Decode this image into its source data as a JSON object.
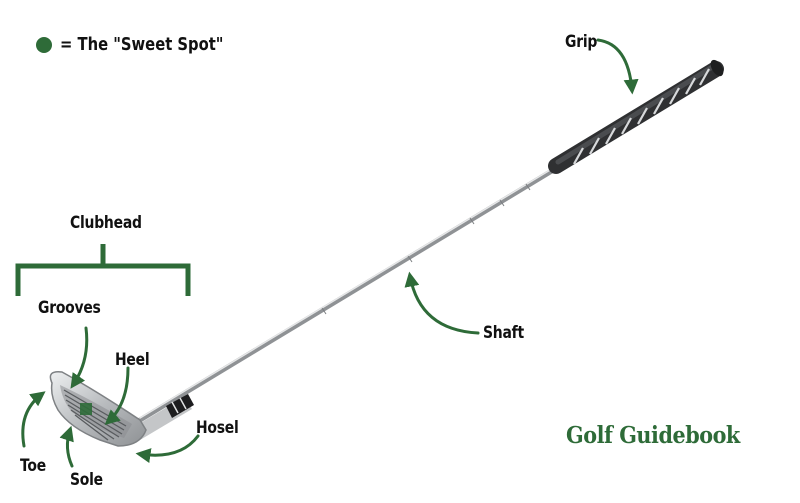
{
  "legend": {
    "label": "= The \"Sweet Spot\"",
    "dot_color": "#2e6b38"
  },
  "labels": {
    "grip": "Grip",
    "clubhead": "Clubhead",
    "grooves": "Grooves",
    "heel": "Heel",
    "hosel": "Hosel",
    "shaft": "Shaft",
    "toe": "Toe",
    "sole": "Sole"
  },
  "brand": {
    "text": "Golf Guidebook",
    "color": "#2e6b38"
  },
  "colors": {
    "annotation": "#2e6b38",
    "shaft": "#a7aaad",
    "grip": "#3a3b3d",
    "clubhead": "#c9cbcd"
  }
}
